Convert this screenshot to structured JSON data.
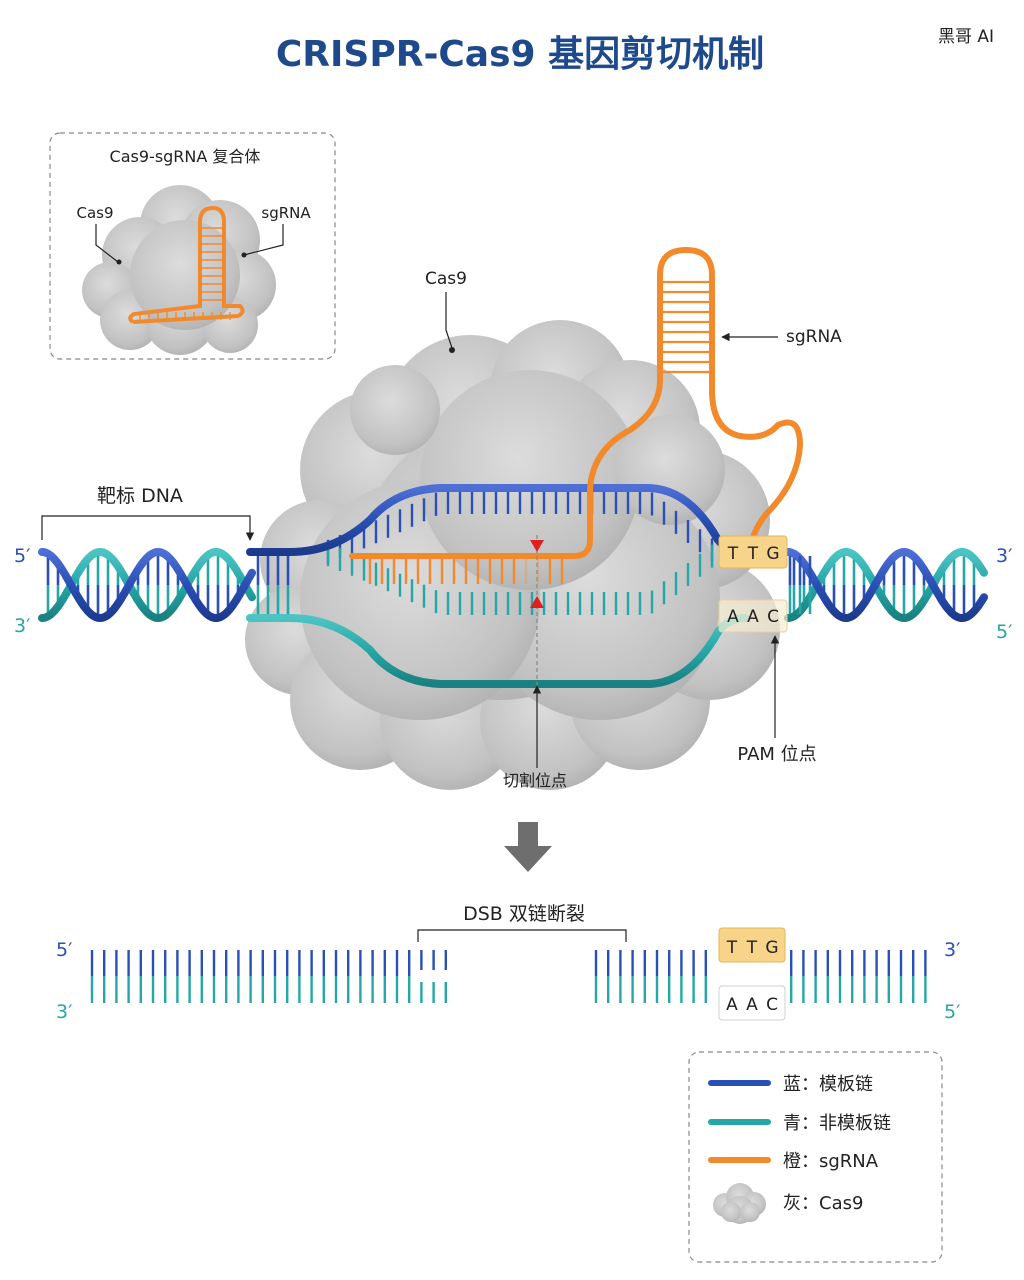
{
  "title": "CRISPR-Cas9 基因剪切机制",
  "watermark": "黑哥 AI",
  "inset": {
    "title": "Cas9-sgRNA 复合体",
    "cas9_label": "Cas9",
    "sgrna_label": "sgRNA"
  },
  "main": {
    "cas9_label": "Cas9",
    "sgrna_label": "sgRNA",
    "target_dna_label": "靶标 DNA",
    "cut_site_label": "切割位点",
    "pam_label": "PAM 位点",
    "pam_top_bases": [
      "T",
      "T",
      "G"
    ],
    "pam_bottom_bases": [
      "A",
      "A",
      "C"
    ],
    "left_top_end": "5′",
    "left_bottom_end": "3′",
    "right_top_end": "3′",
    "right_bottom_end": "5′"
  },
  "result": {
    "dsb_label": "DSB 双链断裂",
    "left_top_end": "5′",
    "left_bottom_end": "3′",
    "right_top_end": "3′",
    "right_bottom_end": "5′",
    "pam_top_bases": [
      "T",
      "T",
      "G"
    ],
    "pam_bottom_bases": [
      "A",
      "A",
      "C"
    ]
  },
  "legend": {
    "items": [
      {
        "label": "蓝：模板链",
        "color": "#2a4fb5",
        "kind": "line"
      },
      {
        "label": "青：非模板链",
        "color": "#26a6a6",
        "kind": "line"
      },
      {
        "label": "橙：sgRNA",
        "color": "#f28a2c",
        "kind": "line"
      },
      {
        "label": "灰：Cas9",
        "color": "#b8b8b8",
        "kind": "cloud"
      }
    ]
  },
  "colors": {
    "template_strand": "#2a4fb5",
    "nontemplate_strand": "#26a6a6",
    "sgrna": "#f28a2c",
    "cas9": "#c4c4c4",
    "pam_box": "#f7d48a",
    "title": "#1e4a8c"
  }
}
